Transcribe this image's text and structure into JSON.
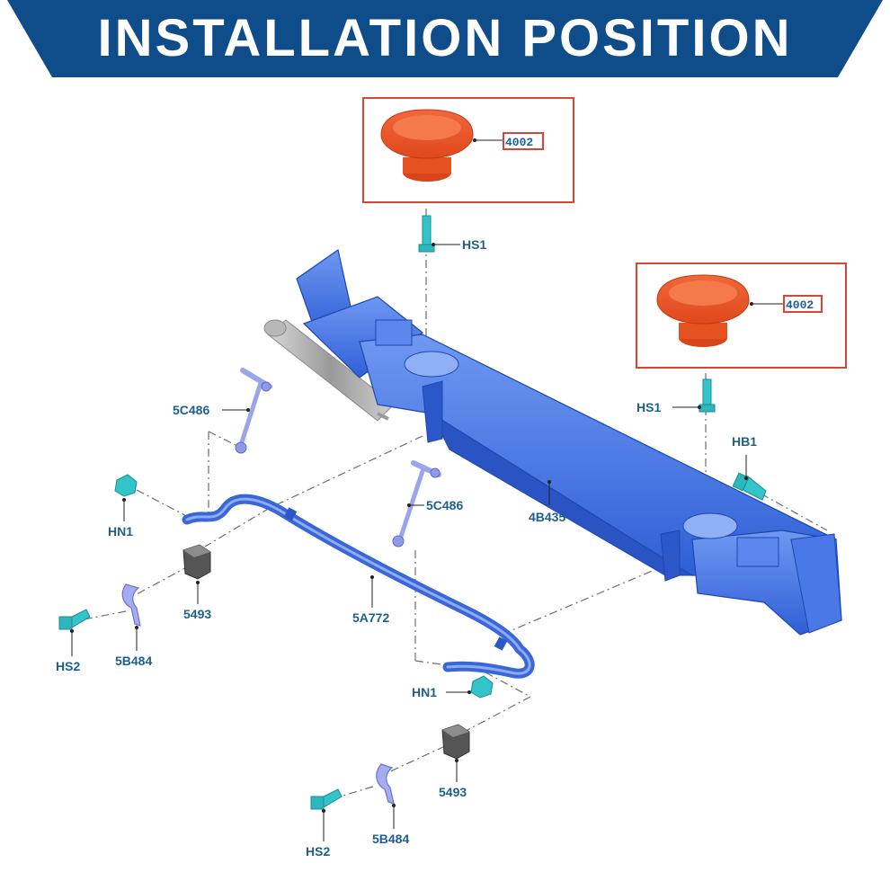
{
  "banner": {
    "title": "INSTALLATION POSITION",
    "color": "#0f4c8a"
  },
  "colors": {
    "frame": "#3a6fe0",
    "mount": "#e8562a",
    "bolt": "#33c4c9",
    "highlight_box": "#d64535",
    "label": "#1f5f8c"
  },
  "labels": {
    "mount_top": "4002",
    "mount_right": "4002",
    "hs1_top": "HS1",
    "hs1_right": "HS1",
    "hb1": "HB1",
    "link_left": "5C486",
    "link_center": "5C486",
    "crossmember": "4B435",
    "hn1_left": "HN1",
    "hn1_bottom": "HN1",
    "bushing_left": "5493",
    "bushing_bottom": "5493",
    "stabilizer_bar": "5A772",
    "bracket_left": "5B484",
    "bracket_bottom": "5B484",
    "hs2_left": "HS2",
    "hs2_bottom": "HS2"
  }
}
